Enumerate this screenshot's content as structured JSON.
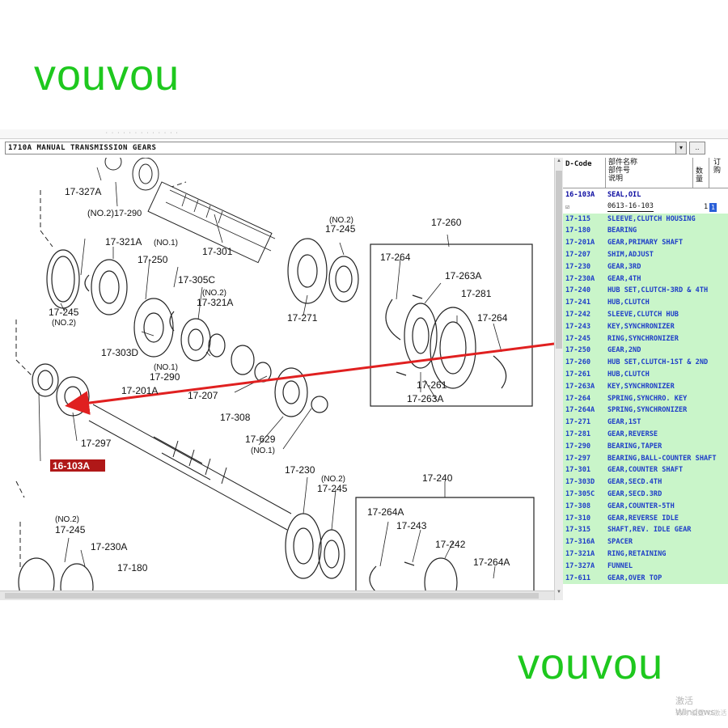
{
  "watermark": {
    "top": "vouvou",
    "bottom": "vouvou"
  },
  "header": {
    "dots": "· · · · · · · · · · · · ·",
    "title": "1710A  MANUAL TRANSMISSION GEARS",
    "dropdown_icon": "▾",
    "more_button": ".."
  },
  "list_header": {
    "code": "D-Code",
    "name_l1": "部件名称",
    "name_l2": "部件号",
    "name_l3": "说明",
    "qty": "数量",
    "order": "订购"
  },
  "selected_sub": {
    "check": "☑",
    "part_no": "0613-16-103",
    "qty": "1",
    "order": "1"
  },
  "parts": [
    {
      "code": "16-103A",
      "name": "SEAL,OIL"
    },
    {
      "code": "17-115",
      "name": "SLEEVE,CLUTCH HOUSING"
    },
    {
      "code": "17-180",
      "name": "BEARING"
    },
    {
      "code": "17-201A",
      "name": "GEAR,PRIMARY SHAFT"
    },
    {
      "code": "17-207",
      "name": "SHIM,ADJUST"
    },
    {
      "code": "17-230",
      "name": "GEAR,3RD"
    },
    {
      "code": "17-230A",
      "name": "GEAR,4TH"
    },
    {
      "code": "17-240",
      "name": "HUB SET,CLUTCH-3RD & 4TH"
    },
    {
      "code": "17-241",
      "name": "HUB,CLUTCH"
    },
    {
      "code": "17-242",
      "name": "SLEEVE,CLUTCH HUB"
    },
    {
      "code": "17-243",
      "name": "KEY,SYNCHRONIZER"
    },
    {
      "code": "17-245",
      "name": "RING,SYNCHRONIZER"
    },
    {
      "code": "17-250",
      "name": "GEAR,2ND"
    },
    {
      "code": "17-260",
      "name": "HUB SET,CLUTCH-1ST & 2ND"
    },
    {
      "code": "17-261",
      "name": "HUB,CLUTCH"
    },
    {
      "code": "17-263A",
      "name": "KEY,SYNCHRONIZER"
    },
    {
      "code": "17-264",
      "name": "SPRING,SYNCHRO. KEY"
    },
    {
      "code": "17-264A",
      "name": "SPRING,SYNCHRONIZER"
    },
    {
      "code": "17-271",
      "name": "GEAR,1ST"
    },
    {
      "code": "17-281",
      "name": "GEAR,REVERSE"
    },
    {
      "code": "17-290",
      "name": "BEARING,TAPER"
    },
    {
      "code": "17-297",
      "name": "BEARING,BALL-COUNTER SHAFT"
    },
    {
      "code": "17-301",
      "name": "GEAR,COUNTER SHAFT"
    },
    {
      "code": "17-303D",
      "name": "GEAR,SECD.4TH"
    },
    {
      "code": "17-305C",
      "name": "GEAR,SECD.3RD"
    },
    {
      "code": "17-308",
      "name": "GEAR,COUNTER-5TH"
    },
    {
      "code": "17-310",
      "name": "GEAR,REVERSE IDLE"
    },
    {
      "code": "17-315",
      "name": "SHAFT,REV. IDLE GEAR"
    },
    {
      "code": "17-316A",
      "name": "SPACER"
    },
    {
      "code": "17-321A",
      "name": "RING,RETAINING"
    },
    {
      "code": "17-327A",
      "name": "FUNNEL"
    },
    {
      "code": "17-611",
      "name": "GEAR,OVER TOP"
    }
  ],
  "windows_watermark": {
    "line1": "激活 Windows",
    "line2": "转到\"设置\"以激活"
  },
  "diagram_labels": {
    "l_327a": "17-327A",
    "l_290a": "(NO.2)17-290",
    "l_301": "17-301",
    "l_321a1": "17-321A",
    "l_no1_a": "(NO.1)",
    "l_250": "17-250",
    "l_305c": "17-305C",
    "l_no2_b": "(NO.2)",
    "l_321a2": "17-321A",
    "l_245a": "17-245",
    "l_no2_c": "(NO.2)",
    "l_303d": "17-303D",
    "l_no1_d": "(NO.1)",
    "l_290b": "17-290",
    "l_207": "17-207",
    "l_201a": "17-201A",
    "l_297": "17-297",
    "l_103a": "16-103A",
    "l_308": "17-308",
    "l_629": "17-629",
    "l_no1_e": "(NO.1)",
    "l_no2_f": "(NO.2)",
    "l_245b": "17-245",
    "l_271": "17-271",
    "l_260": "17-260",
    "l_264a": "17-264",
    "l_263a1": "17-263A",
    "l_281": "17-281",
    "l_264b": "17-264",
    "l_261": "17-261",
    "l_263a2": "17-263A",
    "l_230": "17-230",
    "l_no2_g": "(NO.2)",
    "l_245c": "17-245",
    "l_240": "17-240",
    "l_264a_b": "17-264A",
    "l_243": "17-243",
    "l_242": "17-242",
    "l_264a_c": "17-264A",
    "l_no2_h": "(NO.2)",
    "l_245d": "17-245",
    "l_230a": "17-230A",
    "l_180": "17-180"
  }
}
